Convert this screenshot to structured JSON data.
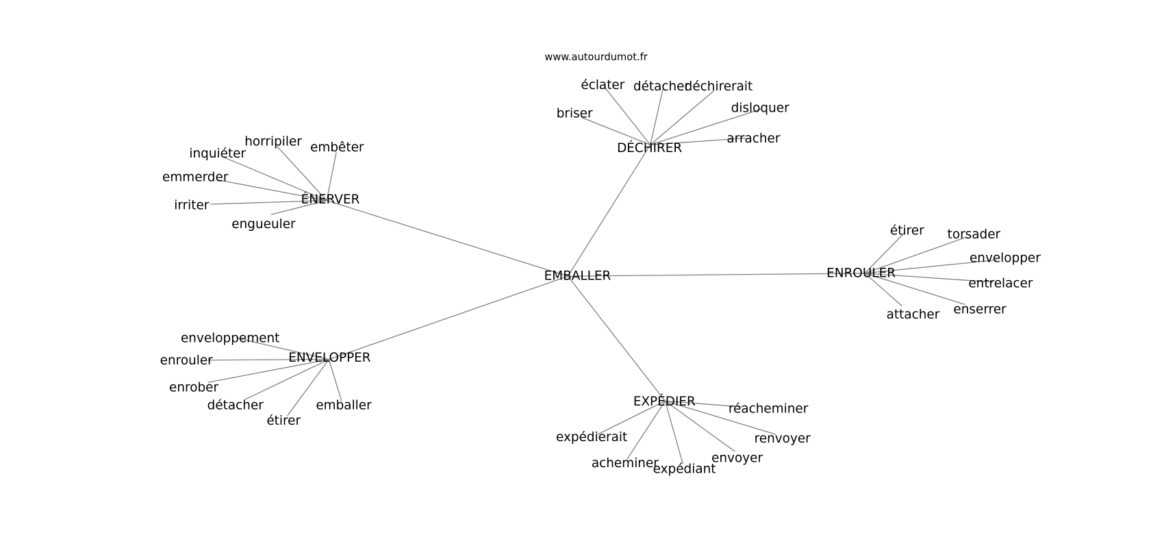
{
  "site": "www.autourdumot.fr",
  "center": "EMBALLER",
  "colors": {
    "edge": "#808080",
    "text": "#000000"
  },
  "clusters": [
    {
      "hub": "ÉNERVER",
      "leaves": [
        "horripiler",
        "embêter",
        "inquiéter",
        "emmerder",
        "irriter",
        "engueuler"
      ]
    },
    {
      "hub": "DÉCHIRER",
      "leaves": [
        "éclater",
        "détacher",
        "déchirerait",
        "briser",
        "disloquer",
        "arracher"
      ]
    },
    {
      "hub": "ENROULER",
      "leaves": [
        "étirer",
        "torsader",
        "envelopper",
        "entrelacer",
        "enserrer",
        "attacher"
      ]
    },
    {
      "hub": "ENVELOPPER",
      "leaves": [
        "enveloppement",
        "enrouler",
        "enrober",
        "détacher",
        "étirer",
        "emballer"
      ]
    },
    {
      "hub": "EXPÉDIER",
      "leaves": [
        "réacheminer",
        "renvoyer",
        "envoyer",
        "expédiant",
        "acheminer",
        "expédierait"
      ]
    }
  ]
}
